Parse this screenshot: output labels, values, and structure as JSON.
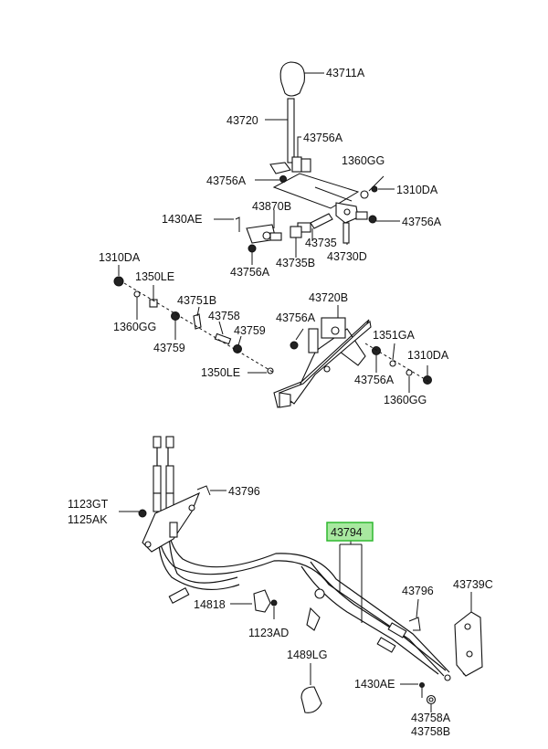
{
  "labels": {
    "p43711A": "43711A",
    "p43720": "43720",
    "p43756A_1": "43756A",
    "p1360GG_1": "1360GG",
    "p43756A_2": "43756A",
    "p1310DA_1": "1310DA",
    "p43870B": "43870B",
    "p1430AE_1": "1430AE",
    "p43756A_3": "43756A",
    "p43735": "43735",
    "p43735B": "43735B",
    "p43730D": "43730D",
    "p43756A_4": "43756A",
    "p1310DA_2": "1310DA",
    "p1350LE_1": "1350LE",
    "p1360GG_2": "1360GG",
    "p43751B": "43751B",
    "p43758": "43758",
    "p43759_1": "43759",
    "p43759_2": "43759",
    "p43720B": "43720B",
    "p43756A_5": "43756A",
    "p1351GA": "1351GA",
    "p1310DA_3": "1310DA",
    "p43756A_6": "43756A",
    "p1350LE_2": "1350LE",
    "p1360GG_3": "1360GG",
    "p43796_1": "43796",
    "p1123GT": "1123GT",
    "p1125AK": "1125AK",
    "p43794": "43794",
    "p43796_2": "43796",
    "p43739C": "43739C",
    "p14818": "14818",
    "p1123AD": "1123AD",
    "p1489LG": "1489LG",
    "p1430AE_2": "1430AE",
    "p43758A": "43758A",
    "p43758B": "43758B"
  },
  "colors": {
    "highlight_fill": "#a8e8a0",
    "highlight_border": "#2fb82f",
    "line": "#111111"
  }
}
